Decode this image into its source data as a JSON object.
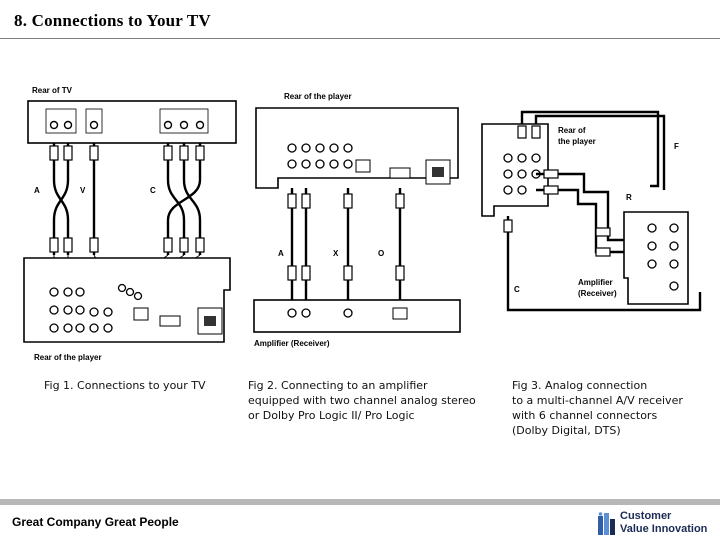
{
  "header": {
    "title": "8. Connections to Your TV"
  },
  "fig1": {
    "rear_tv": "Rear of TV",
    "rear_player": "Rear of the player",
    "cable_a": "A",
    "cable_v": "V",
    "cable_c": "C",
    "caption": "Fig 1. Connections to your TV"
  },
  "fig2": {
    "rear_player": "Rear of the player",
    "amp": "Amplifier (Receiver)",
    "cable_a": "A",
    "cable_x": "X",
    "cable_o": "O",
    "caption": "Fig 2. Connecting to an amplifier\nequipped with two channel analog stereo\nor Dolby Pro Logic II/ Pro Logic"
  },
  "fig3": {
    "rear_player_1": "Rear of",
    "rear_player_2": "the player",
    "amp_1": "Amplifier",
    "amp_2": "(Receiver)",
    "cable_f": "F",
    "cable_r": "R",
    "cable_c": "C",
    "caption": "Fig 3. Analog connection\nto a multi-channel A/V receiver\nwith 6 channel connectors\n(Dolby Digital, DTS)"
  },
  "footer": {
    "company": "Great Company Great People",
    "logo_line1": "Customer",
    "logo_line2": "Value Innovation"
  }
}
